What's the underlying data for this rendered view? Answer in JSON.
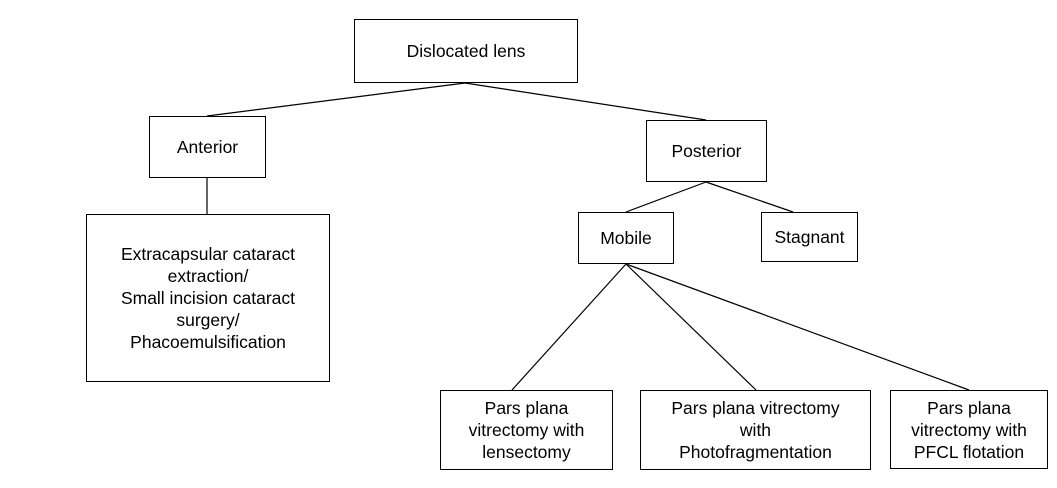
{
  "diagram": {
    "nodes": {
      "root": "Dislocated lens",
      "anterior": "Anterior",
      "posterior": "Posterior",
      "anterior_treatment": "Extracapsular cataract\nextraction/\nSmall incision cataract\nsurgery/\nPhacoemulsification",
      "mobile": "Mobile",
      "stagnant": "Stagnant",
      "mobile_treatment_1": "Pars plana\nvitrectomy with\nlensectomy",
      "mobile_treatment_2": "Pars plana vitrectomy\nwith\nPhotofragmentation",
      "mobile_treatment_3": "Pars plana\nvitrectomy with\nPFCL flotation"
    },
    "edges": [
      {
        "from": "root",
        "to": "anterior"
      },
      {
        "from": "root",
        "to": "posterior"
      },
      {
        "from": "anterior",
        "to": "anterior_treatment"
      },
      {
        "from": "posterior",
        "to": "mobile"
      },
      {
        "from": "posterior",
        "to": "stagnant"
      },
      {
        "from": "mobile",
        "to": "mobile_treatment_1"
      },
      {
        "from": "mobile",
        "to": "mobile_treatment_2"
      },
      {
        "from": "mobile",
        "to": "mobile_treatment_3"
      }
    ]
  }
}
